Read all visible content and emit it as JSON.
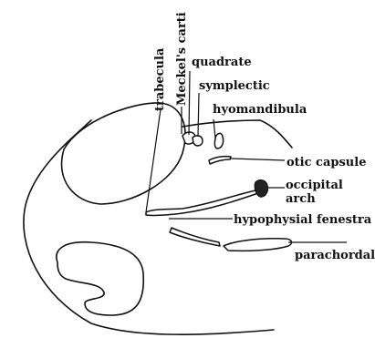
{
  "labels": {
    "trabecula": "trabecula",
    "meckels_cartilage": "Meckel's carti",
    "quadrate": "quadrate",
    "symplectic": "symplectic",
    "hyomandibula": "hyomandibula",
    "otic_capsule": "otic capsule",
    "occipital_arch_line1": "occipital",
    "occipital_arch_line2": "arch",
    "hypophysial_fenestra": "hypophysial fenestra",
    "parachordal": "parachordal"
  }
}
